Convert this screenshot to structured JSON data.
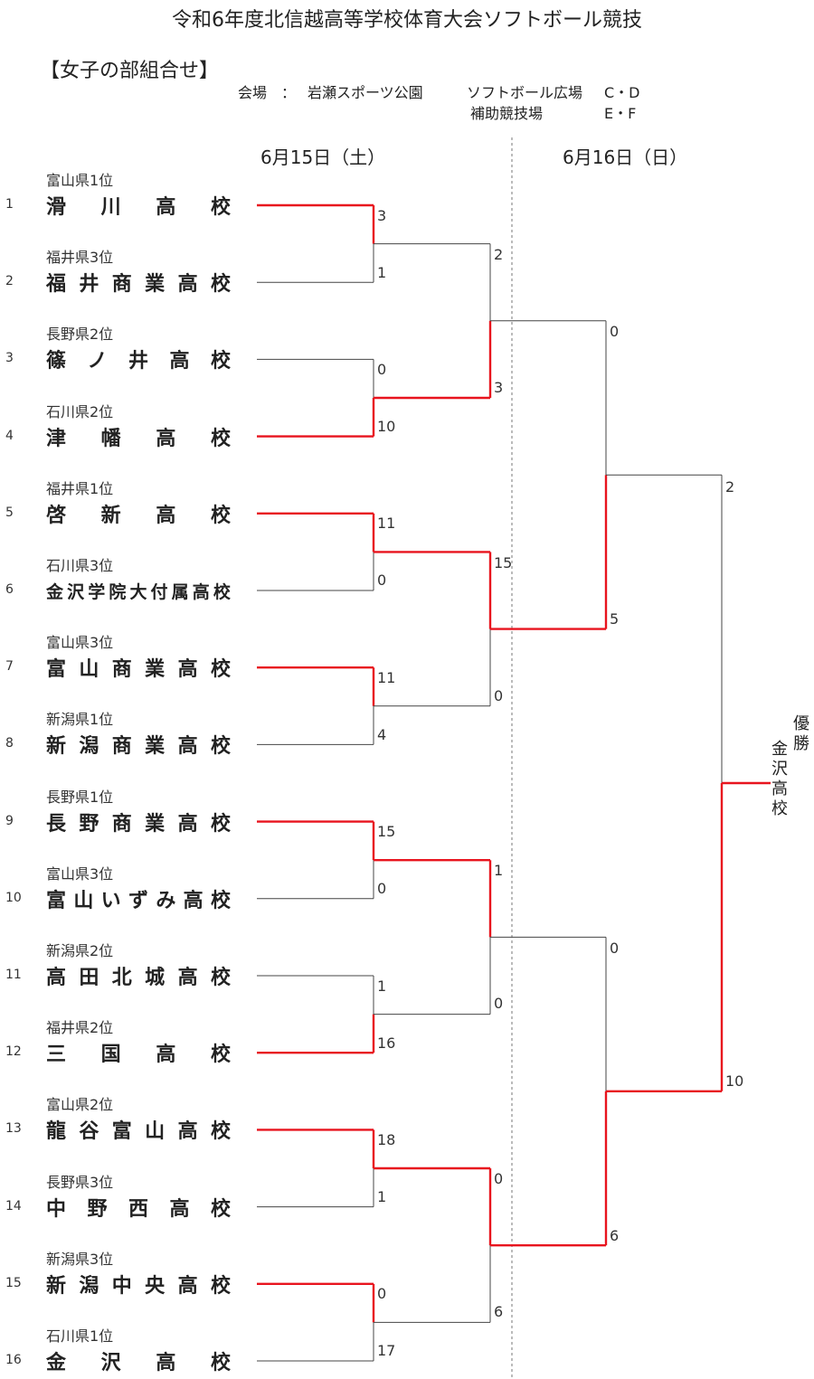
{
  "title": "令和6年度北信越高等学校体育大会ソフトボール競技",
  "section": "【女子の部組合せ】",
  "venue": {
    "label": "会場　：",
    "park": "岩瀬スポーツ公園",
    "field1": "ソフトボール広場",
    "field1_courts": "C・D",
    "field2": "補助競技場",
    "field2_courts": "E・F"
  },
  "dates": {
    "day1": "6月15日（土）",
    "day2": "6月16日（日）"
  },
  "teams": [
    {
      "seed": "1",
      "pref": "富山県1位",
      "name": "滑川高校"
    },
    {
      "seed": "2",
      "pref": "福井県3位",
      "name": "福井商業高校"
    },
    {
      "seed": "3",
      "pref": "長野県2位",
      "name": "篠ノ井高校"
    },
    {
      "seed": "4",
      "pref": "石川県2位",
      "name": "津幡高校"
    },
    {
      "seed": "5",
      "pref": "福井県1位",
      "name": "啓新高校"
    },
    {
      "seed": "6",
      "pref": "石川県3位",
      "name": "金沢学院大付属高校"
    },
    {
      "seed": "7",
      "pref": "富山県3位",
      "name": "富山商業高校"
    },
    {
      "seed": "8",
      "pref": "新潟県1位",
      "name": "新潟商業高校"
    },
    {
      "seed": "9",
      "pref": "長野県1位",
      "name": "長野商業高校"
    },
    {
      "seed": "10",
      "pref": "富山県3位",
      "name": "富山いずみ高校"
    },
    {
      "seed": "11",
      "pref": "新潟県2位",
      "name": "高田北城高校"
    },
    {
      "seed": "12",
      "pref": "福井県2位",
      "name": "三国高校"
    },
    {
      "seed": "13",
      "pref": "富山県2位",
      "name": "龍谷富山高校"
    },
    {
      "seed": "14",
      "pref": "長野県3位",
      "name": "中野西高校"
    },
    {
      "seed": "15",
      "pref": "新潟県3位",
      "name": "新潟中央高校"
    },
    {
      "seed": "16",
      "pref": "石川県1位",
      "name": "金沢高校"
    }
  ],
  "round1_scores": [
    "3",
    "1",
    "0",
    "10",
    "11",
    "0",
    "11",
    "4",
    "15",
    "0",
    "1",
    "16",
    "18",
    "1",
    "0",
    "17"
  ],
  "round2_scores": [
    "2",
    "3",
    "15",
    "0",
    "1",
    "0",
    "0",
    "6"
  ],
  "semifinal_scores": [
    "0",
    "5",
    "0",
    "6"
  ],
  "final_scores": [
    "2",
    "10"
  ],
  "champion_label": "優勝",
  "champion": "金沢高校",
  "colors": {
    "winner_line": "#e8141e",
    "loser_line": "#444444",
    "divider": "#777777"
  }
}
